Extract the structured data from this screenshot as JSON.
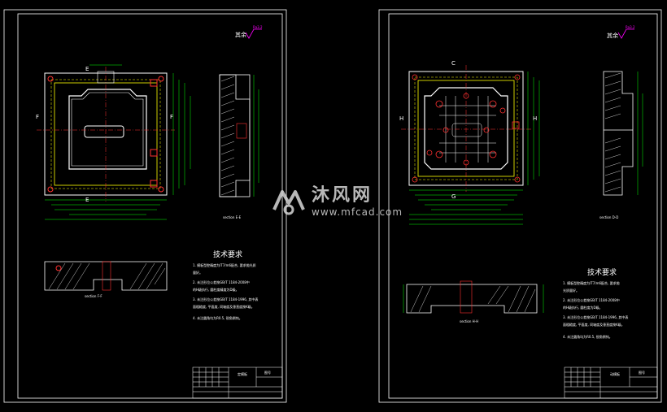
{
  "colors": {
    "frame": "#ffffff",
    "outline": "#ffffff",
    "cooling": "#ffff00",
    "dimension": "#00ff00",
    "hole": "#ff3030",
    "centerline": "#ff3030",
    "roughness": "#ff00ff",
    "watermark": "#d8d8d8"
  },
  "left_sheet": {
    "roughness_label": "其余",
    "roughness_value": "Ra3.2",
    "plan_section_marks": {
      "top": "E",
      "bottom": "E",
      "left": "F",
      "right": "F"
    },
    "side_section_caption": "section E-E",
    "bottom_section_caption": "section F-F",
    "tech_title": "技术要求",
    "tech_notes": [
      "1. 模板型腔精度为IT7/m6配合, 要求抛光质",
      "   量好。",
      "2. 未注形位公差按GB/T 1184-2008中",
      "   的H级执行, 圆柱度精度为D级。",
      "3. 未注形位公差按GB/T 1184-1996, 其中表",
      "   面粗糙度, 平面度, 同轴度及垂直度按K级。",
      "4. 未注圆角均为R0.5, 锐角倒钝。"
    ],
    "title_block": {
      "part": "定模板",
      "label": "图号"
    }
  },
  "right_sheet": {
    "roughness_label": "其余",
    "roughness_value": "Ra3.2",
    "plan_section_marks": {
      "top": "C",
      "bottom": "G",
      "left": "H",
      "right": "H"
    },
    "side_section_caption": "section D-D",
    "bottom_section_caption": "section H-H",
    "tech_title": "技术要求",
    "tech_notes": [
      "1. 模板型腔精度为IT7/m6配合, 要求抛",
      "   光质量好。",
      "2. 未注形位公差按GB/T 1184-2008中",
      "   的H级执行, 圆柱度为D级。",
      "3. 未注形位公差按GB/T 1184-1996, 其中表",
      "   面粗糙度, 平面度, 同轴度及垂直度按K级。",
      "4. 未注圆角均为R0.5, 锐角倒钝。"
    ],
    "title_block": {
      "part": "动模板",
      "label": "图号"
    }
  },
  "watermark": {
    "cn": "沐风网",
    "en": "www.mfcad.com"
  }
}
